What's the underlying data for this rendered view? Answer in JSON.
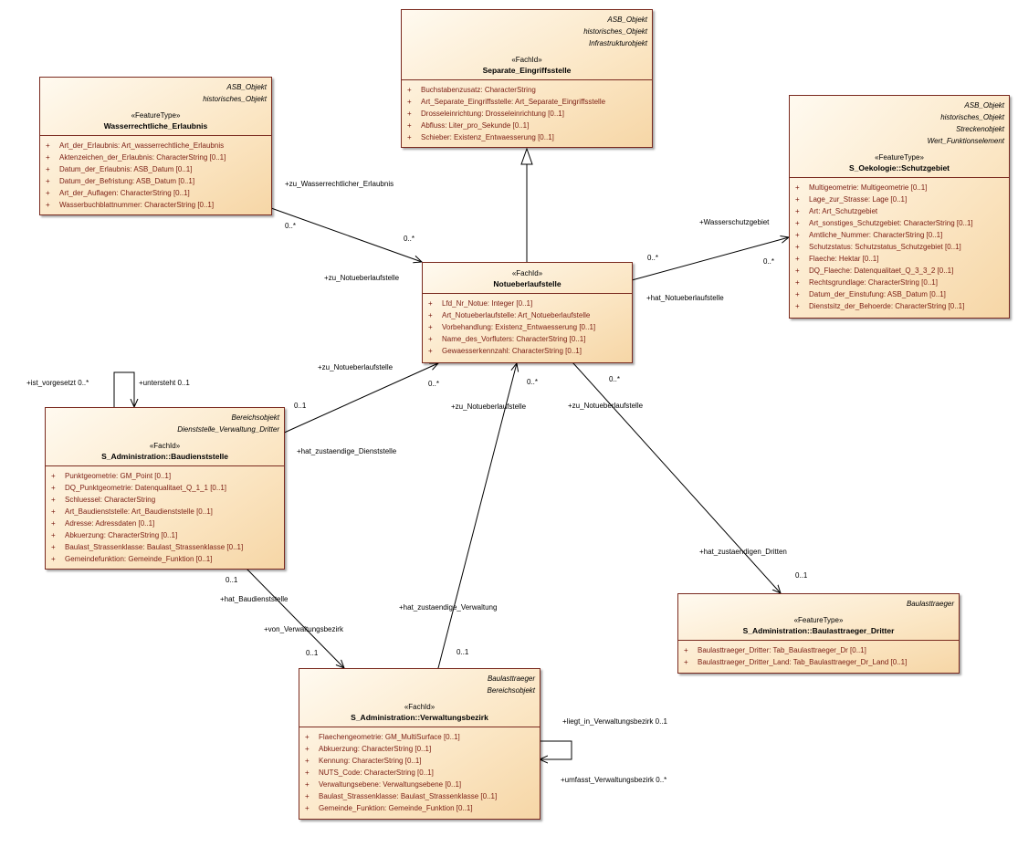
{
  "classes": {
    "separate": {
      "parents": [
        "ASB_Objekt",
        "historisches_Objekt",
        "Infrastrukturobjekt"
      ],
      "stereotype": "«FachId»",
      "name": "Separate_Eingriffsstelle",
      "attributes": [
        "Buchstabenzusatz: CharacterString",
        "Art_Separate_Eingriffsstelle: Art_Separate_Eingriffsstelle",
        "Drosseleinrichtung: Drosseleinrichtung [0..1]",
        "Abfluss: Liter_pro_Sekunde [0..1]",
        "Schieber: Existenz_Entwaesserung [0..1]"
      ]
    },
    "wasser": {
      "parents": [
        "ASB_Objekt",
        "historisches_Objekt"
      ],
      "stereotype": "«FeatureType»",
      "name": "Wasserrechtliche_Erlaubnis",
      "attributes": [
        "Art_der_Erlaubnis: Art_wasserrechtliche_Erlaubnis",
        "Aktenzeichen_der_Erlaubnis: CharacterString [0..1]",
        "Datum_der_Erlaubnis: ASB_Datum [0..1]",
        "Datum_der_Befristung: ASB_Datum [0..1]",
        "Art_der_Auflagen: CharacterString [0..1]",
        "Wasserbuchblattnummer: CharacterString [0..1]"
      ]
    },
    "schutz": {
      "parents": [
        "ASB_Objekt",
        "historisches_Objekt",
        "Streckenobjekt",
        "Wert_Funktionselement"
      ],
      "stereotype": "«FeatureType»",
      "name": "S_Oekologie::Schutzgebiet",
      "attributes": [
        "Multigeometrie: Multigeometrie [0..1]",
        "Lage_zur_Strasse: Lage [0..1]",
        "Art: Art_Schutzgebiet",
        "Art_sonstiges_Schutzgebiet: CharacterString [0..1]",
        "Amtliche_Nummer: CharacterString [0..1]",
        "Schutzstatus: Schutzstatus_Schutzgebiet [0..1]",
        "Flaeche: Hektar [0..1]",
        "DQ_Flaeche: Datenqualitaet_Q_3_3_2 [0..1]",
        "Rechtsgrundlage: CharacterString [0..1]",
        "Datum_der_Einstufung: ASB_Datum [0..1]",
        "Dienstsitz_der_Behoerde: CharacterString [0..1]"
      ]
    },
    "notueber": {
      "parents": [],
      "stereotype": "«FachId»",
      "name": "Notueberlaufstelle",
      "attributes": [
        "Lfd_Nr_Notue: Integer [0..1]",
        "Art_Notueberlaufstelle: Art_Notueberlaufstelle",
        "Vorbehandlung: Existenz_Entwaesserung [0..1]",
        "Name_des_Vorfluters: CharacterString [0..1]",
        "Gewaesserkennzahl: CharacterString [0..1]"
      ]
    },
    "baudienst": {
      "parents": [
        "Bereichsobjekt",
        "Dienststelle_Verwaltung_Dritter"
      ],
      "stereotype": "«FachId»",
      "name": "S_Administration::Baudienststelle",
      "attributes": [
        "Punktgeometrie: GM_Point [0..1]",
        "DQ_Punktgeometrie: Datenqualitaet_Q_1_1 [0..1]",
        "Schluessel: CharacterString",
        "Art_Baudienststelle: Art_Baudienststelle [0..1]",
        "Adresse: Adressdaten [0..1]",
        "Abkuerzung: CharacterString [0..1]",
        "Baulast_Strassenklasse: Baulast_Strassenklasse [0..1]",
        "Gemeindefunktion: Gemeinde_Funktion [0..1]"
      ]
    },
    "baulast": {
      "parents": [
        "Baulasttraeger"
      ],
      "stereotype": "«FeatureType»",
      "name": "S_Administration::Baulasttraeger_Dritter",
      "attributes": [
        "Baulasttraeger_Dritter: Tab_Baulasttraeger_Dr [0..1]",
        "Baulasttraeger_Dritter_Land: Tab_Baulasttraeger_Dr_Land [0..1]"
      ]
    },
    "verwaltung": {
      "parents": [
        "Baulasttraeger",
        "Bereichsobjekt"
      ],
      "stereotype": "«FachId»",
      "name": "S_Administration::Verwaltungsbezirk",
      "attributes": [
        "Flaechengeometrie: GM_MultiSurface [0..1]",
        "Abkuerzung: CharacterString [0..1]",
        "Kennung: CharacterString [0..1]",
        "NUTS_Code: CharacterString [0..1]",
        "Verwaltungsebene: Verwaltungsebene [0..1]",
        "Baulast_Strassenklasse: Baulast_Strassenklasse [0..1]",
        "Gemeinde_Funktion: Gemeinde_Funktion [0..1]"
      ]
    }
  },
  "visibility_marker": "+",
  "labels": {
    "zu_wasser": "+zu_Wasserrechtlicher_Erlaubnis",
    "m_wasser_a": "0..*",
    "m_wasser_b": "0..*",
    "zu_notue_left": "+zu_Notueberlaufstelle",
    "wasserschutz": "+Wasserschutzgebiet",
    "m_schutz_a": "0..*",
    "m_schutz_b": "0..*",
    "hat_notue": "+hat_Notueberlaufstelle",
    "ist_vorgesetzt": "+ist_vorgesetzt 0..*",
    "untersteht": "+untersteht 0..1",
    "zu_notue_baud": "+zu_Notueberlaufstelle",
    "m_baud_01": "0..1",
    "m_baud_star": "0..*",
    "hat_zust_dienst": "+hat_zustaendige_Dienststelle",
    "m_verw_star": "0..*",
    "zu_notue_verw": "+zu_Notueberlaufstelle",
    "m_dritt_star": "0..*",
    "zu_notue_dritt": "+zu_Notueberlaufstelle",
    "hat_zust_dritten": "+hat_zustaendigen_Dritten",
    "m_dritt_01": "0..1",
    "hat_zust_verw": "+hat_zustaendige_Verwaltung",
    "m_verw_01": "0..1",
    "m_hatbau_01": "0..1",
    "hat_baudienst": "+hat_Baudienststelle",
    "von_verw": "+von_Verwaltungsbezirk",
    "m_vonverw_01": "0..1",
    "liegt_in": "+liegt_in_Verwaltungsbezirk 0..1",
    "umfasst": "+umfasst_Verwaltungsbezirk 0..*"
  }
}
